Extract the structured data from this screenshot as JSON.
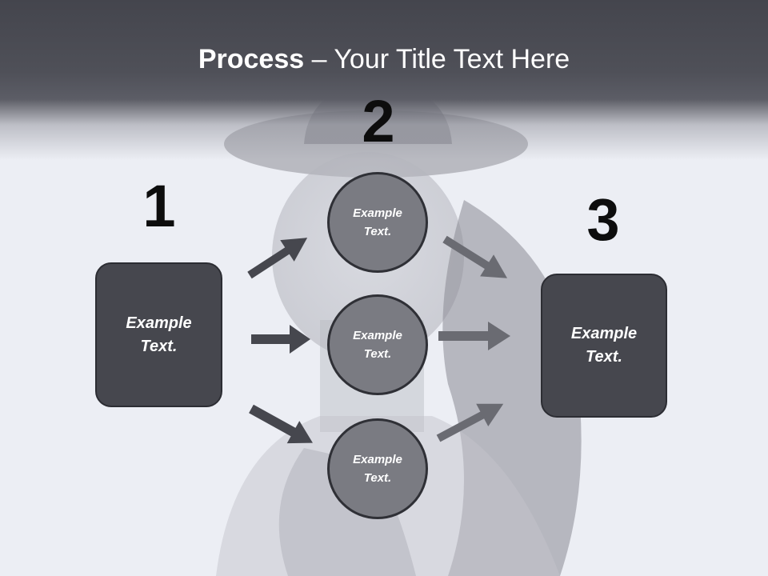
{
  "slide": {
    "title_bold": "Process",
    "title_rest": " – Your Title Text Here"
  },
  "steps": [
    {
      "number": "1"
    },
    {
      "number": "2"
    },
    {
      "number": "3"
    }
  ],
  "left_box": {
    "text": "Example Text."
  },
  "right_box": {
    "text": "Example Text."
  },
  "circles": [
    {
      "text": "Example Text."
    },
    {
      "text": "Example Text."
    },
    {
      "text": "Example Text."
    }
  ],
  "colors": {
    "header": "#4a4b53",
    "box_fill": "#46474e",
    "circle_fill": "#7a7b82",
    "arrow_dark": "#46474e",
    "arrow_light": "#6a6b72",
    "background": "#eceef4"
  }
}
